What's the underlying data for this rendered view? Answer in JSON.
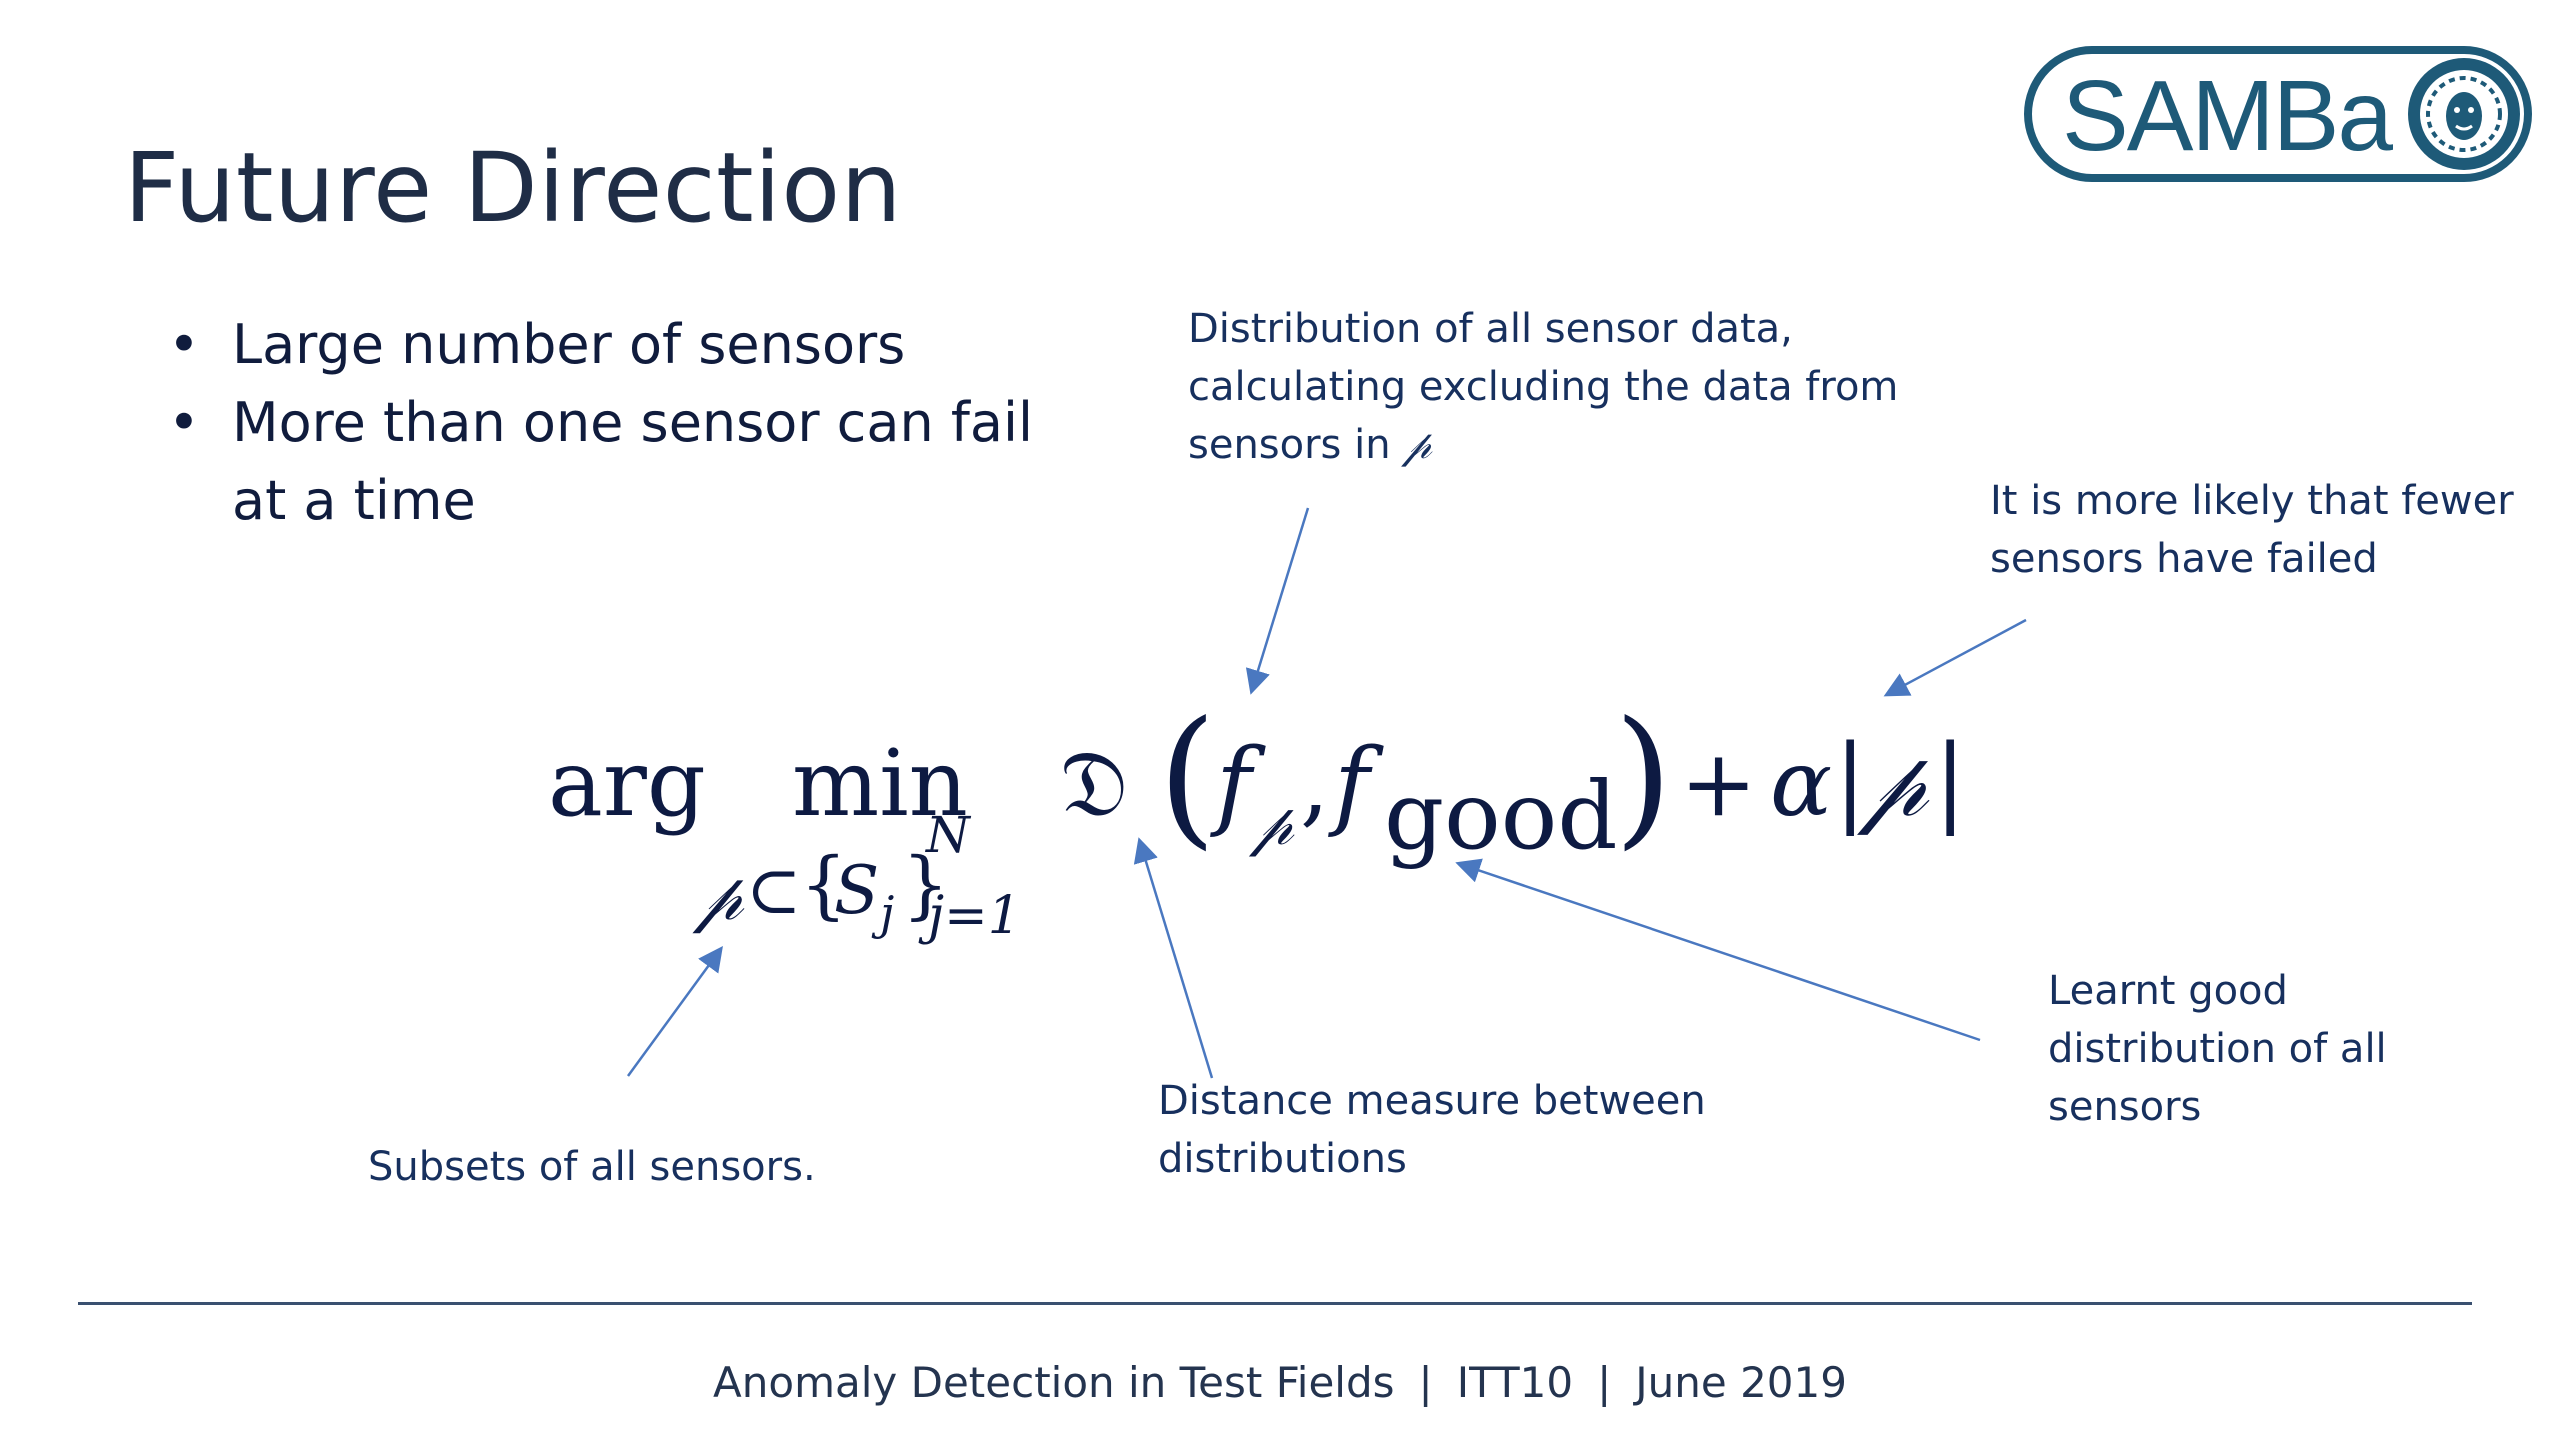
{
  "slide": {
    "title": "Future Direction",
    "bullets": [
      "Large number of sensors",
      "More than one sensor can fail at a time"
    ],
    "bullet_glyph": "•"
  },
  "logo": {
    "text": "SAMBa",
    "color": "#1e5a78",
    "icon": "samba-face-emblem-icon"
  },
  "formula": {
    "arg": "arg",
    "min": "min",
    "sub_p": "𝓅",
    "sub_subset": "⊂",
    "sub_set_open": "{",
    "sub_s": "S",
    "sub_j": "j",
    "sub_set_close": "}",
    "sup_n": "N",
    "sub_j_eq": "j=1",
    "distance": "𝔇",
    "paren_open": "(",
    "f1": "f",
    "f1_sub": "𝓅",
    "comma": ",",
    "f2": "f",
    "f2_sub": "good",
    "paren_close": ")",
    "plus": "+",
    "alpha": "α",
    "abs_open": "|",
    "abs_p": "𝓅",
    "abs_close": "|"
  },
  "annotations": {
    "dist_line1": "Distribution of all sensor data,",
    "dist_line2": "calculating excluding the data from",
    "dist_line3": "sensors in ",
    "dist_symbol": "𝓅",
    "fewer_line1": "It is more likely that fewer",
    "fewer_line2": "sensors have failed",
    "subsets": "Subsets of all sensors.",
    "distance_line1": "Distance measure between",
    "distance_line2": "distributions",
    "learnt_line1": "Learnt good",
    "learnt_line2": "distribution of all",
    "learnt_line3": "sensors"
  },
  "footer": {
    "event": "Anomaly Detection in Test Fields",
    "separator": "|",
    "conference": "ITT10",
    "date": "June 2019"
  },
  "colors": {
    "arrow": "#4a78c0",
    "rule": "#3a5070",
    "text": "#101c3d"
  }
}
